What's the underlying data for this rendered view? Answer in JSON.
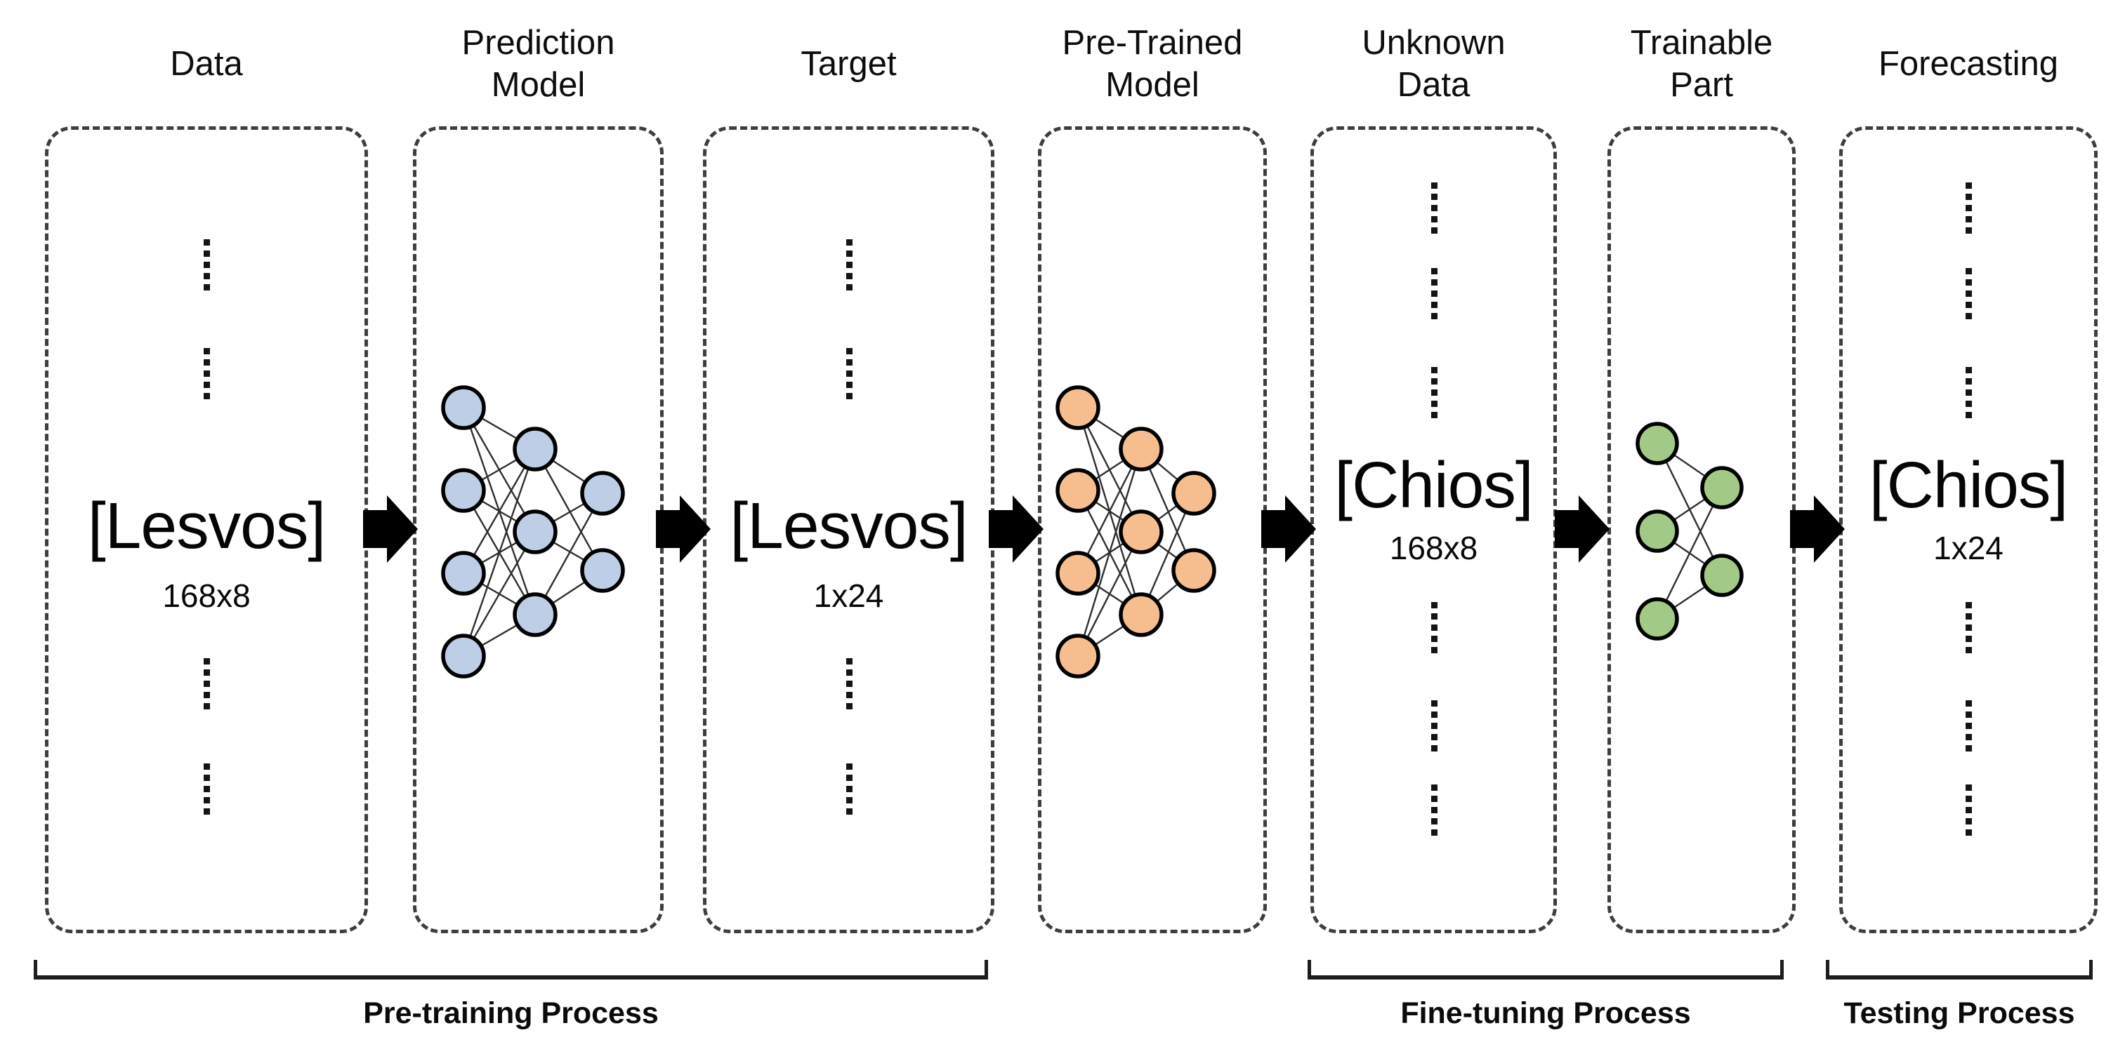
{
  "columns": [
    {
      "id": "data",
      "label": "Data",
      "content": {
        "type": "data",
        "title": "[Lesvos]",
        "dims": "168x8",
        "dots_above": 2,
        "dots_below": 2
      }
    },
    {
      "id": "prediction-model",
      "label": "Prediction\nModel",
      "content": {
        "type": "network",
        "layers": [
          4,
          3,
          2
        ],
        "node_color": "#BDCEE6"
      }
    },
    {
      "id": "target",
      "label": "Target",
      "content": {
        "type": "data",
        "title": "[Lesvos]",
        "dims": "1x24",
        "dots_above": 2,
        "dots_below": 2
      }
    },
    {
      "id": "pre-trained-model",
      "label": "Pre-Trained\nModel",
      "content": {
        "type": "network",
        "layers": [
          4,
          3,
          2
        ],
        "node_color": "#F6BE8F"
      }
    },
    {
      "id": "unknown-data",
      "label": "Unknown\nData",
      "content": {
        "type": "data",
        "title": "[Chios]",
        "dims": "168x8",
        "dots_above": 3,
        "dots_below": 3
      }
    },
    {
      "id": "trainable-part",
      "label": "Trainable\nPart",
      "content": {
        "type": "network",
        "layers": [
          3,
          2
        ],
        "node_color": "#A3C987"
      }
    },
    {
      "id": "forecasting",
      "label": "Forecasting",
      "content": {
        "type": "data",
        "title": "[Chios]",
        "dims": "1x24",
        "dots_above": 3,
        "dots_below": 3
      }
    }
  ],
  "arrows": {
    "count": 6,
    "color": "#000000"
  },
  "processes": [
    {
      "id": "pre-training",
      "label": "Pre-training Process"
    },
    {
      "id": "fine-tuning",
      "label": "Fine-tuning Process"
    },
    {
      "id": "testing",
      "label": "Testing Process"
    }
  ]
}
